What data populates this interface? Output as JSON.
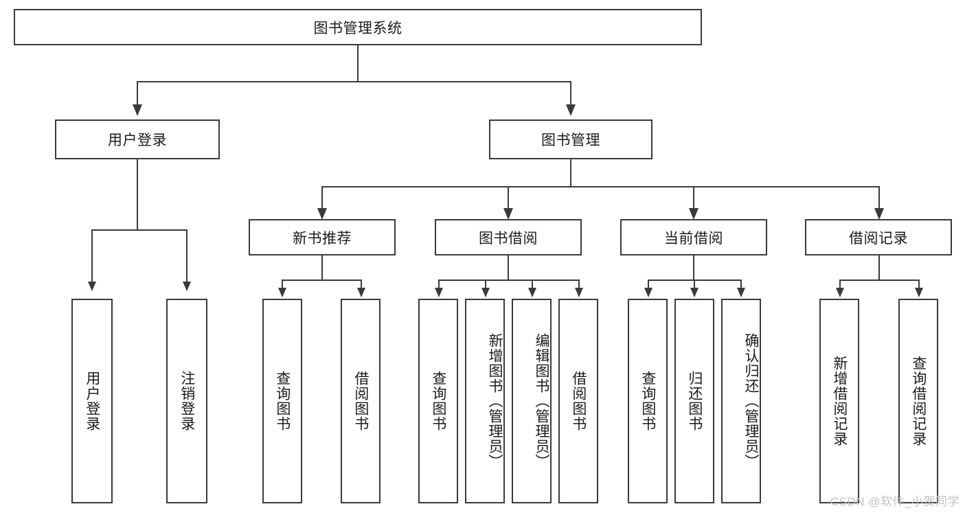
{
  "diagram": {
    "title_node": {
      "label": "图书管理系统"
    },
    "level2": [
      {
        "label": "用户登录"
      },
      {
        "label": "图书管理"
      }
    ],
    "level3": [
      {
        "label": "新书推荐"
      },
      {
        "label": "图书借阅"
      },
      {
        "label": "当前借阅"
      },
      {
        "label": "借阅记录"
      }
    ],
    "leaves": {
      "user_login": [
        {
          "label": "用户登录"
        },
        {
          "label": "注销登录"
        }
      ],
      "new_book_recommend": [
        {
          "label": "查询图书"
        },
        {
          "label": "借阅图书"
        }
      ],
      "book_borrow": [
        {
          "label": "查询图书"
        },
        {
          "label": "新增图书（管理员）"
        },
        {
          "label": "编辑图书（管理员）"
        },
        {
          "label": "借阅图书"
        }
      ],
      "current_borrow": [
        {
          "label": "查询图书"
        },
        {
          "label": "归还图书"
        },
        {
          "label": "确认归还（管理员）"
        }
      ],
      "borrow_record": [
        {
          "label": "新增借阅记录"
        },
        {
          "label": "查询借阅记录"
        }
      ]
    }
  },
  "watermark": {
    "text": "CSDN @软件_小贺同学"
  },
  "colors": {
    "stroke": "#3a3a3a",
    "text": "#1b1b1b",
    "background": "#ffffff",
    "watermark": "#c2c2c2"
  }
}
